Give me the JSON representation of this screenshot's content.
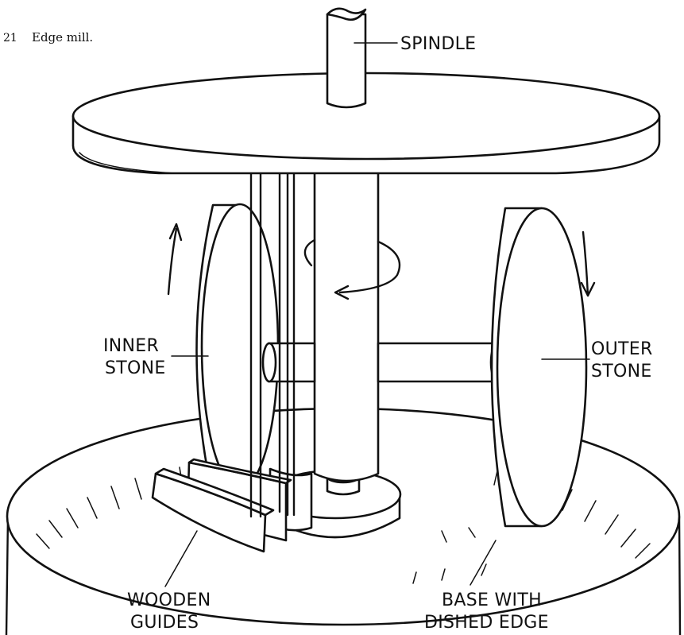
{
  "caption": {
    "number": "21",
    "text": "Edge mill."
  },
  "labels": {
    "spindle": "SPINDLE",
    "inner_stone": [
      "INNER",
      "STONE"
    ],
    "outer_stone": [
      "OUTER",
      "STONE"
    ],
    "wooden_guides": [
      "WOODEN",
      "GUIDES"
    ],
    "base": [
      "BASE WITH",
      "DISHED EDGE"
    ]
  }
}
